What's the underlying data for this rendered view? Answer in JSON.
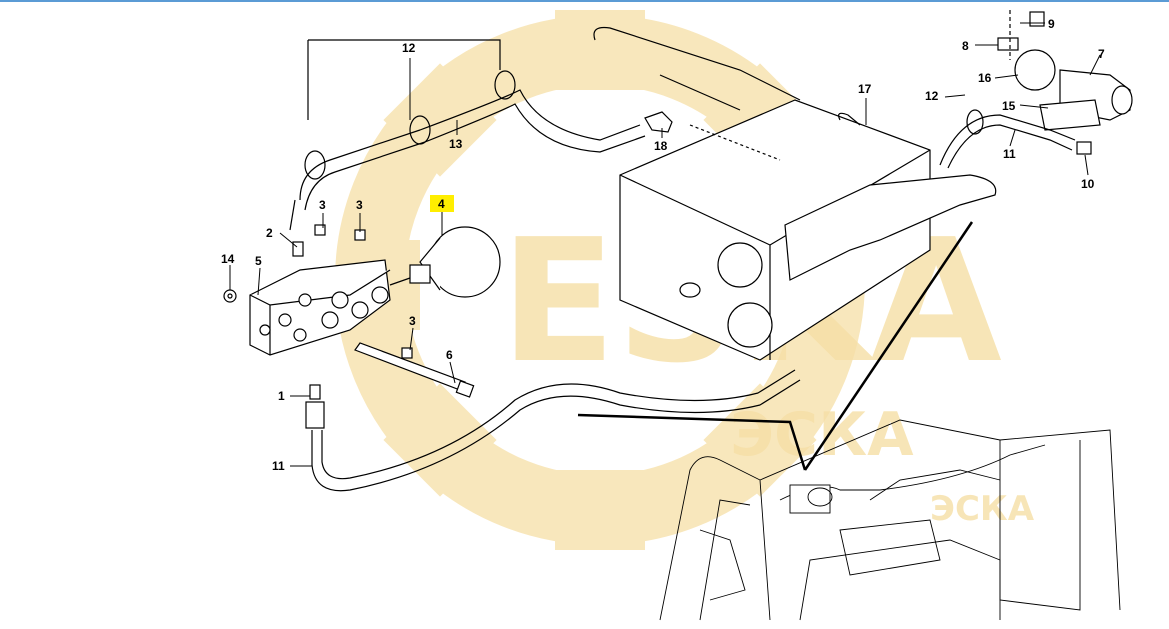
{
  "diagram": {
    "highlight_color": "#ffee00",
    "watermark_color": "#f6dfa6",
    "line_color": "#000000",
    "callouts": [
      {
        "id": "c9",
        "label": "9"
      },
      {
        "id": "c8",
        "label": "8"
      },
      {
        "id": "c7",
        "label": "7"
      },
      {
        "id": "c16",
        "label": "16"
      },
      {
        "id": "c12b",
        "label": "12"
      },
      {
        "id": "c15",
        "label": "15"
      },
      {
        "id": "c11b",
        "label": "11"
      },
      {
        "id": "c10",
        "label": "10"
      },
      {
        "id": "c17",
        "label": "17"
      },
      {
        "id": "c18",
        "label": "18"
      },
      {
        "id": "c12a",
        "label": "12"
      },
      {
        "id": "c13",
        "label": "13"
      },
      {
        "id": "c4",
        "label": "4",
        "highlighted": true
      },
      {
        "id": "c3a",
        "label": "3"
      },
      {
        "id": "c3b",
        "label": "3"
      },
      {
        "id": "c3c",
        "label": "3"
      },
      {
        "id": "c2",
        "label": "2"
      },
      {
        "id": "c14",
        "label": "14"
      },
      {
        "id": "c5",
        "label": "5"
      },
      {
        "id": "c6",
        "label": "6"
      },
      {
        "id": "c1",
        "label": "1"
      },
      {
        "id": "c11a",
        "label": "11"
      }
    ]
  }
}
